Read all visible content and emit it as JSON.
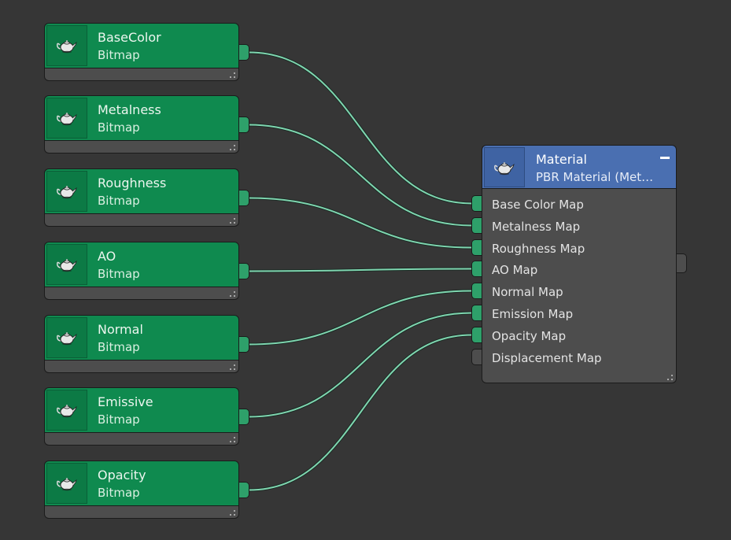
{
  "source_nodes": [
    {
      "title": "BaseColor",
      "subtitle": "Bitmap",
      "icon": "teapot-icon"
    },
    {
      "title": "Metalness",
      "subtitle": "Bitmap",
      "icon": "teapot-icon"
    },
    {
      "title": "Roughness",
      "subtitle": "Bitmap",
      "icon": "teapot-icon"
    },
    {
      "title": "AO",
      "subtitle": "Bitmap",
      "icon": "teapot-icon"
    },
    {
      "title": "Normal",
      "subtitle": "Bitmap",
      "icon": "teapot-icon"
    },
    {
      "title": "Emissive",
      "subtitle": "Bitmap",
      "icon": "teapot-icon"
    },
    {
      "title": "Opacity",
      "subtitle": "Bitmap",
      "icon": "teapot-icon"
    }
  ],
  "material_node": {
    "title": "Material",
    "subtitle": "PBR Material (Met…",
    "icon": "teapot-icon",
    "collapse_icon": "minus-icon",
    "inputs": [
      {
        "label": "Base Color Map",
        "connected": true
      },
      {
        "label": "Metalness Map",
        "connected": true
      },
      {
        "label": "Roughness Map",
        "connected": true
      },
      {
        "label": "AO Map",
        "connected": true
      },
      {
        "label": "Normal Map",
        "connected": true
      },
      {
        "label": "Emission Map",
        "connected": true
      },
      {
        "label": "Opacity Map",
        "connected": true
      },
      {
        "label": "Displacement Map",
        "connected": false
      }
    ]
  },
  "colors": {
    "background": "#363636",
    "bitmap_node": "#0f8a4f",
    "material_header": "#4a6fb1",
    "node_body": "#4d4d4d",
    "port_connected": "#2ea06a",
    "wire": "#7fd6b0"
  }
}
